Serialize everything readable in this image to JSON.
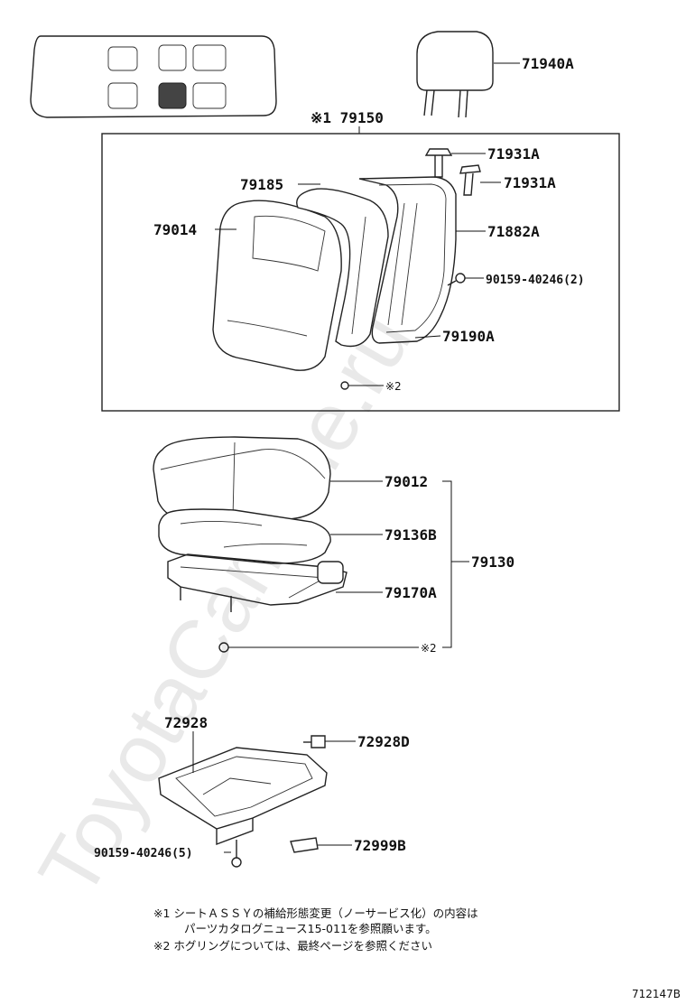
{
  "labels": {
    "headrest": "71940A",
    "assy": "※1 79150",
    "clip1": "71931A",
    "clip2": "71931A",
    "cover_back": "79185",
    "pad_back": "79014",
    "frame_back": "71882A",
    "screw_back": "90159-40246(2)",
    "board_back": "79190A",
    "hogring_back": "※2",
    "cover_cushion": "79012",
    "pad_cushion": "79136B",
    "cushion_assy": "79130",
    "frame_cushion": "79170A",
    "hogring_cushion": "※2",
    "tray": "72928",
    "tray_clip": "72928D",
    "tray_screw": "90159-40246(5)",
    "tray_bracket": "72999B"
  },
  "notes": {
    "note1_line1": "※1  シートＡＳＳＹの補給形態変更（ノーサービス化）の内容は",
    "note1_line2": "パーツカタログニュース15-011を参照願います。",
    "note2": "※2  ホグリングについては、最終ページを参照ください"
  },
  "diagram_code": "712147B",
  "watermark": "ToyotaCarMine.ru"
}
